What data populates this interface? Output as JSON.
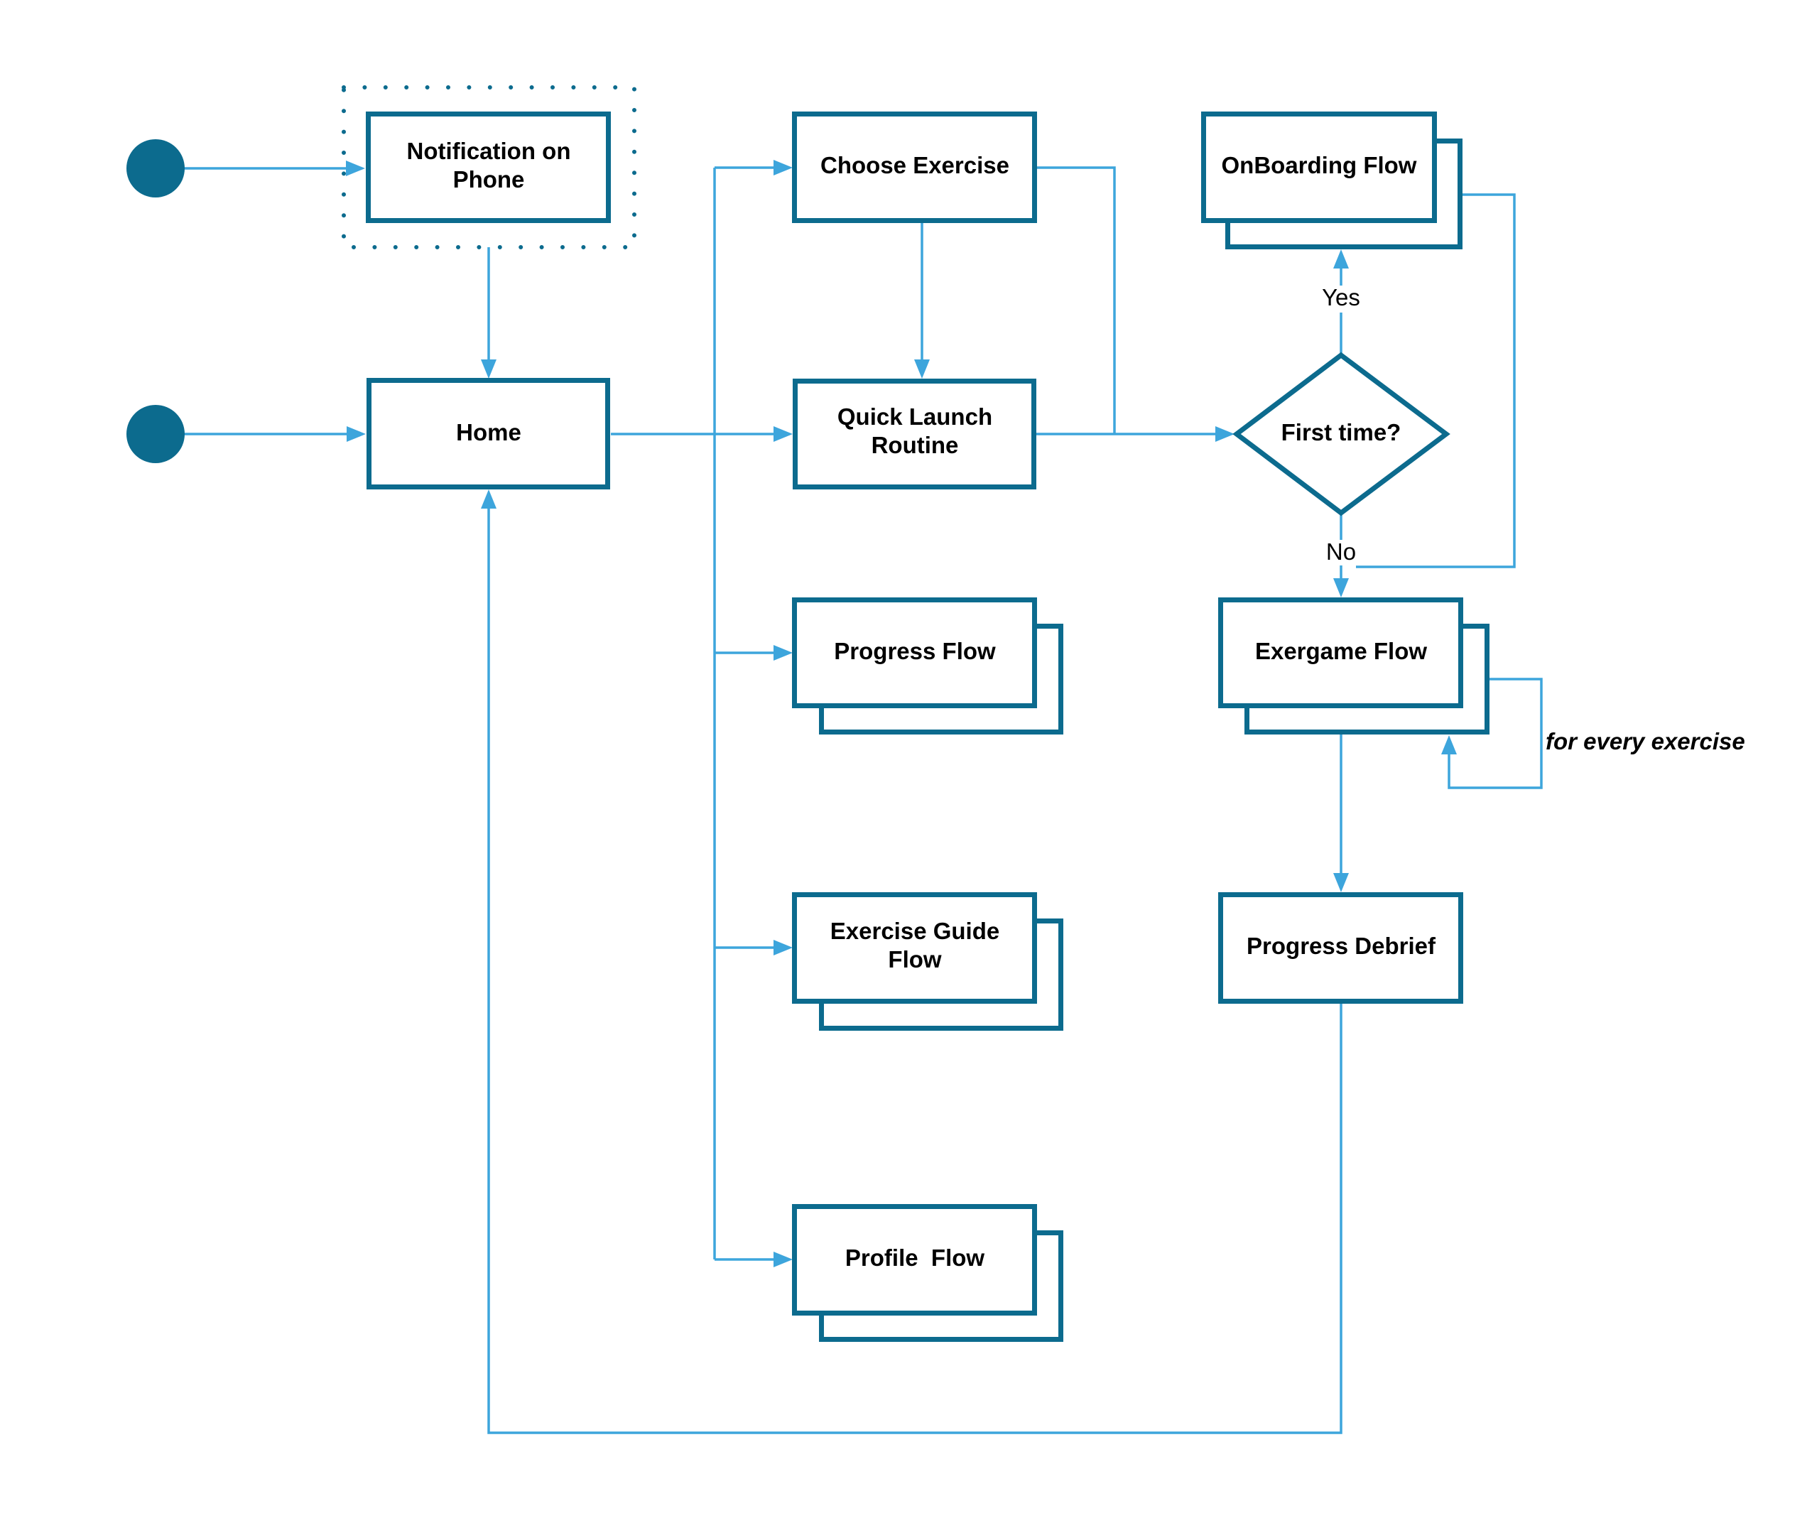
{
  "diagram": {
    "type": "user flow",
    "colors": {
      "node_stroke": "#0c6b8e",
      "connector": "#3da5dc",
      "start_marker": "#0c6b8e",
      "text": "#000000",
      "background": "#ffffff"
    },
    "start_markers": [
      {
        "id": "start-1",
        "target": "notification"
      },
      {
        "id": "start-2",
        "target": "home"
      }
    ],
    "nodes": {
      "notification": {
        "lines": [
          "Notification on",
          "Phone"
        ],
        "shape": "process",
        "framed": "dotted"
      },
      "home": {
        "lines": [
          "Home"
        ],
        "shape": "process"
      },
      "choose_exercise": {
        "lines": [
          "Choose Exercise"
        ],
        "shape": "process"
      },
      "quick_launch": {
        "lines": [
          "Quick Launch",
          "Routine"
        ],
        "shape": "process"
      },
      "progress_flow": {
        "lines": [
          "Progress Flow"
        ],
        "shape": "subflow"
      },
      "exercise_guide": {
        "lines": [
          "Exercise Guide",
          "Flow"
        ],
        "shape": "subflow"
      },
      "profile_flow": {
        "lines": [
          "Profile  Flow"
        ],
        "shape": "subflow"
      },
      "first_time": {
        "lines": [
          "First time?"
        ],
        "shape": "decision"
      },
      "onboarding": {
        "lines": [
          "OnBoarding Flow"
        ],
        "shape": "subflow"
      },
      "exergame": {
        "lines": [
          "Exergame Flow"
        ],
        "shape": "subflow"
      },
      "progress_debrief": {
        "lines": [
          "Progress Debrief"
        ],
        "shape": "process"
      }
    },
    "edges": [
      {
        "from": "start-1",
        "to": "notification"
      },
      {
        "from": "start-2",
        "to": "home"
      },
      {
        "from": "notification",
        "to": "home"
      },
      {
        "from": "home",
        "to": "choose_exercise"
      },
      {
        "from": "home",
        "to": "quick_launch"
      },
      {
        "from": "home",
        "to": "progress_flow"
      },
      {
        "from": "home",
        "to": "exercise_guide"
      },
      {
        "from": "home",
        "to": "profile_flow"
      },
      {
        "from": "choose_exercise",
        "to": "quick_launch"
      },
      {
        "from": "choose_exercise",
        "to": "first_time"
      },
      {
        "from": "quick_launch",
        "to": "first_time"
      },
      {
        "from": "first_time",
        "to": "onboarding",
        "label": "Yes"
      },
      {
        "from": "first_time",
        "to": "exergame",
        "label": "No"
      },
      {
        "from": "onboarding",
        "to": "exergame"
      },
      {
        "from": "exergame",
        "to": "exergame",
        "label": "for every exercise"
      },
      {
        "from": "exergame",
        "to": "progress_debrief"
      },
      {
        "from": "progress_debrief",
        "to": "home"
      }
    ],
    "edge_labels": {
      "yes": "Yes",
      "no": "No",
      "loop": "for every exercise"
    }
  }
}
